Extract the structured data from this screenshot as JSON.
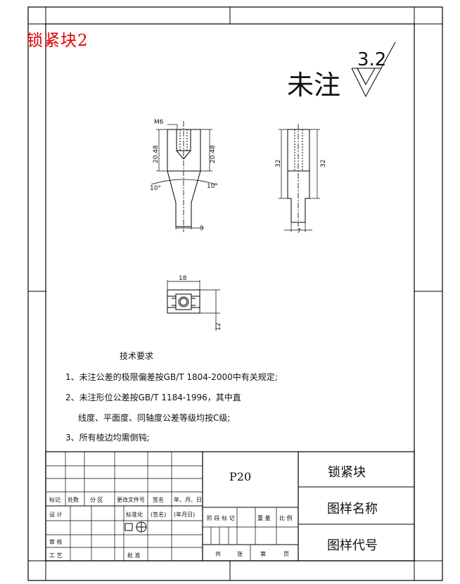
{
  "drawing_title": "锁紧块2",
  "roughness": {
    "note": "未注",
    "value": "3.2"
  },
  "dimensions": {
    "thread": "M6",
    "left_height": "20.48",
    "right_height": "20.48",
    "angle_left": "10°",
    "angle_right": "10°",
    "bottom_width": "9",
    "side_height_left": "32",
    "side_height_right": "32",
    "side_bottom_width": "7",
    "top_width": "18",
    "top_height": "12"
  },
  "tech_requirements": {
    "heading": "技术要求",
    "items": [
      "1、未注公差的极限偏差按GB/T 1804-2000中有关规定;",
      "2、未注形位公差按GB/T 1184-1996，其中直",
      "线度、平面度、同轴度公差等级均按C级;",
      "3、所有棱边均需倒钝;"
    ]
  },
  "title_block": {
    "material": "P20",
    "part_name": "锁紧块",
    "name_label": "图样名称",
    "code_label": "图样代号",
    "row_labels": {
      "mark": "标记",
      "count": "处数",
      "zone": "分 区",
      "change_doc": "更改文件号",
      "signature": "签名",
      "date": "年、月、日",
      "design": "设 计",
      "standardize": "标准化",
      "sign_paren": "(签名)",
      "date_paren": "(年月日)",
      "review": "审 核",
      "process": "工 艺",
      "approve": "批 准"
    },
    "stage_labels": {
      "stage_mark": "阶 段 标 记",
      "weight": "重 量",
      "scale": "比 例",
      "total": "共",
      "sheets": "张",
      "no": "第",
      "page": "页"
    }
  }
}
